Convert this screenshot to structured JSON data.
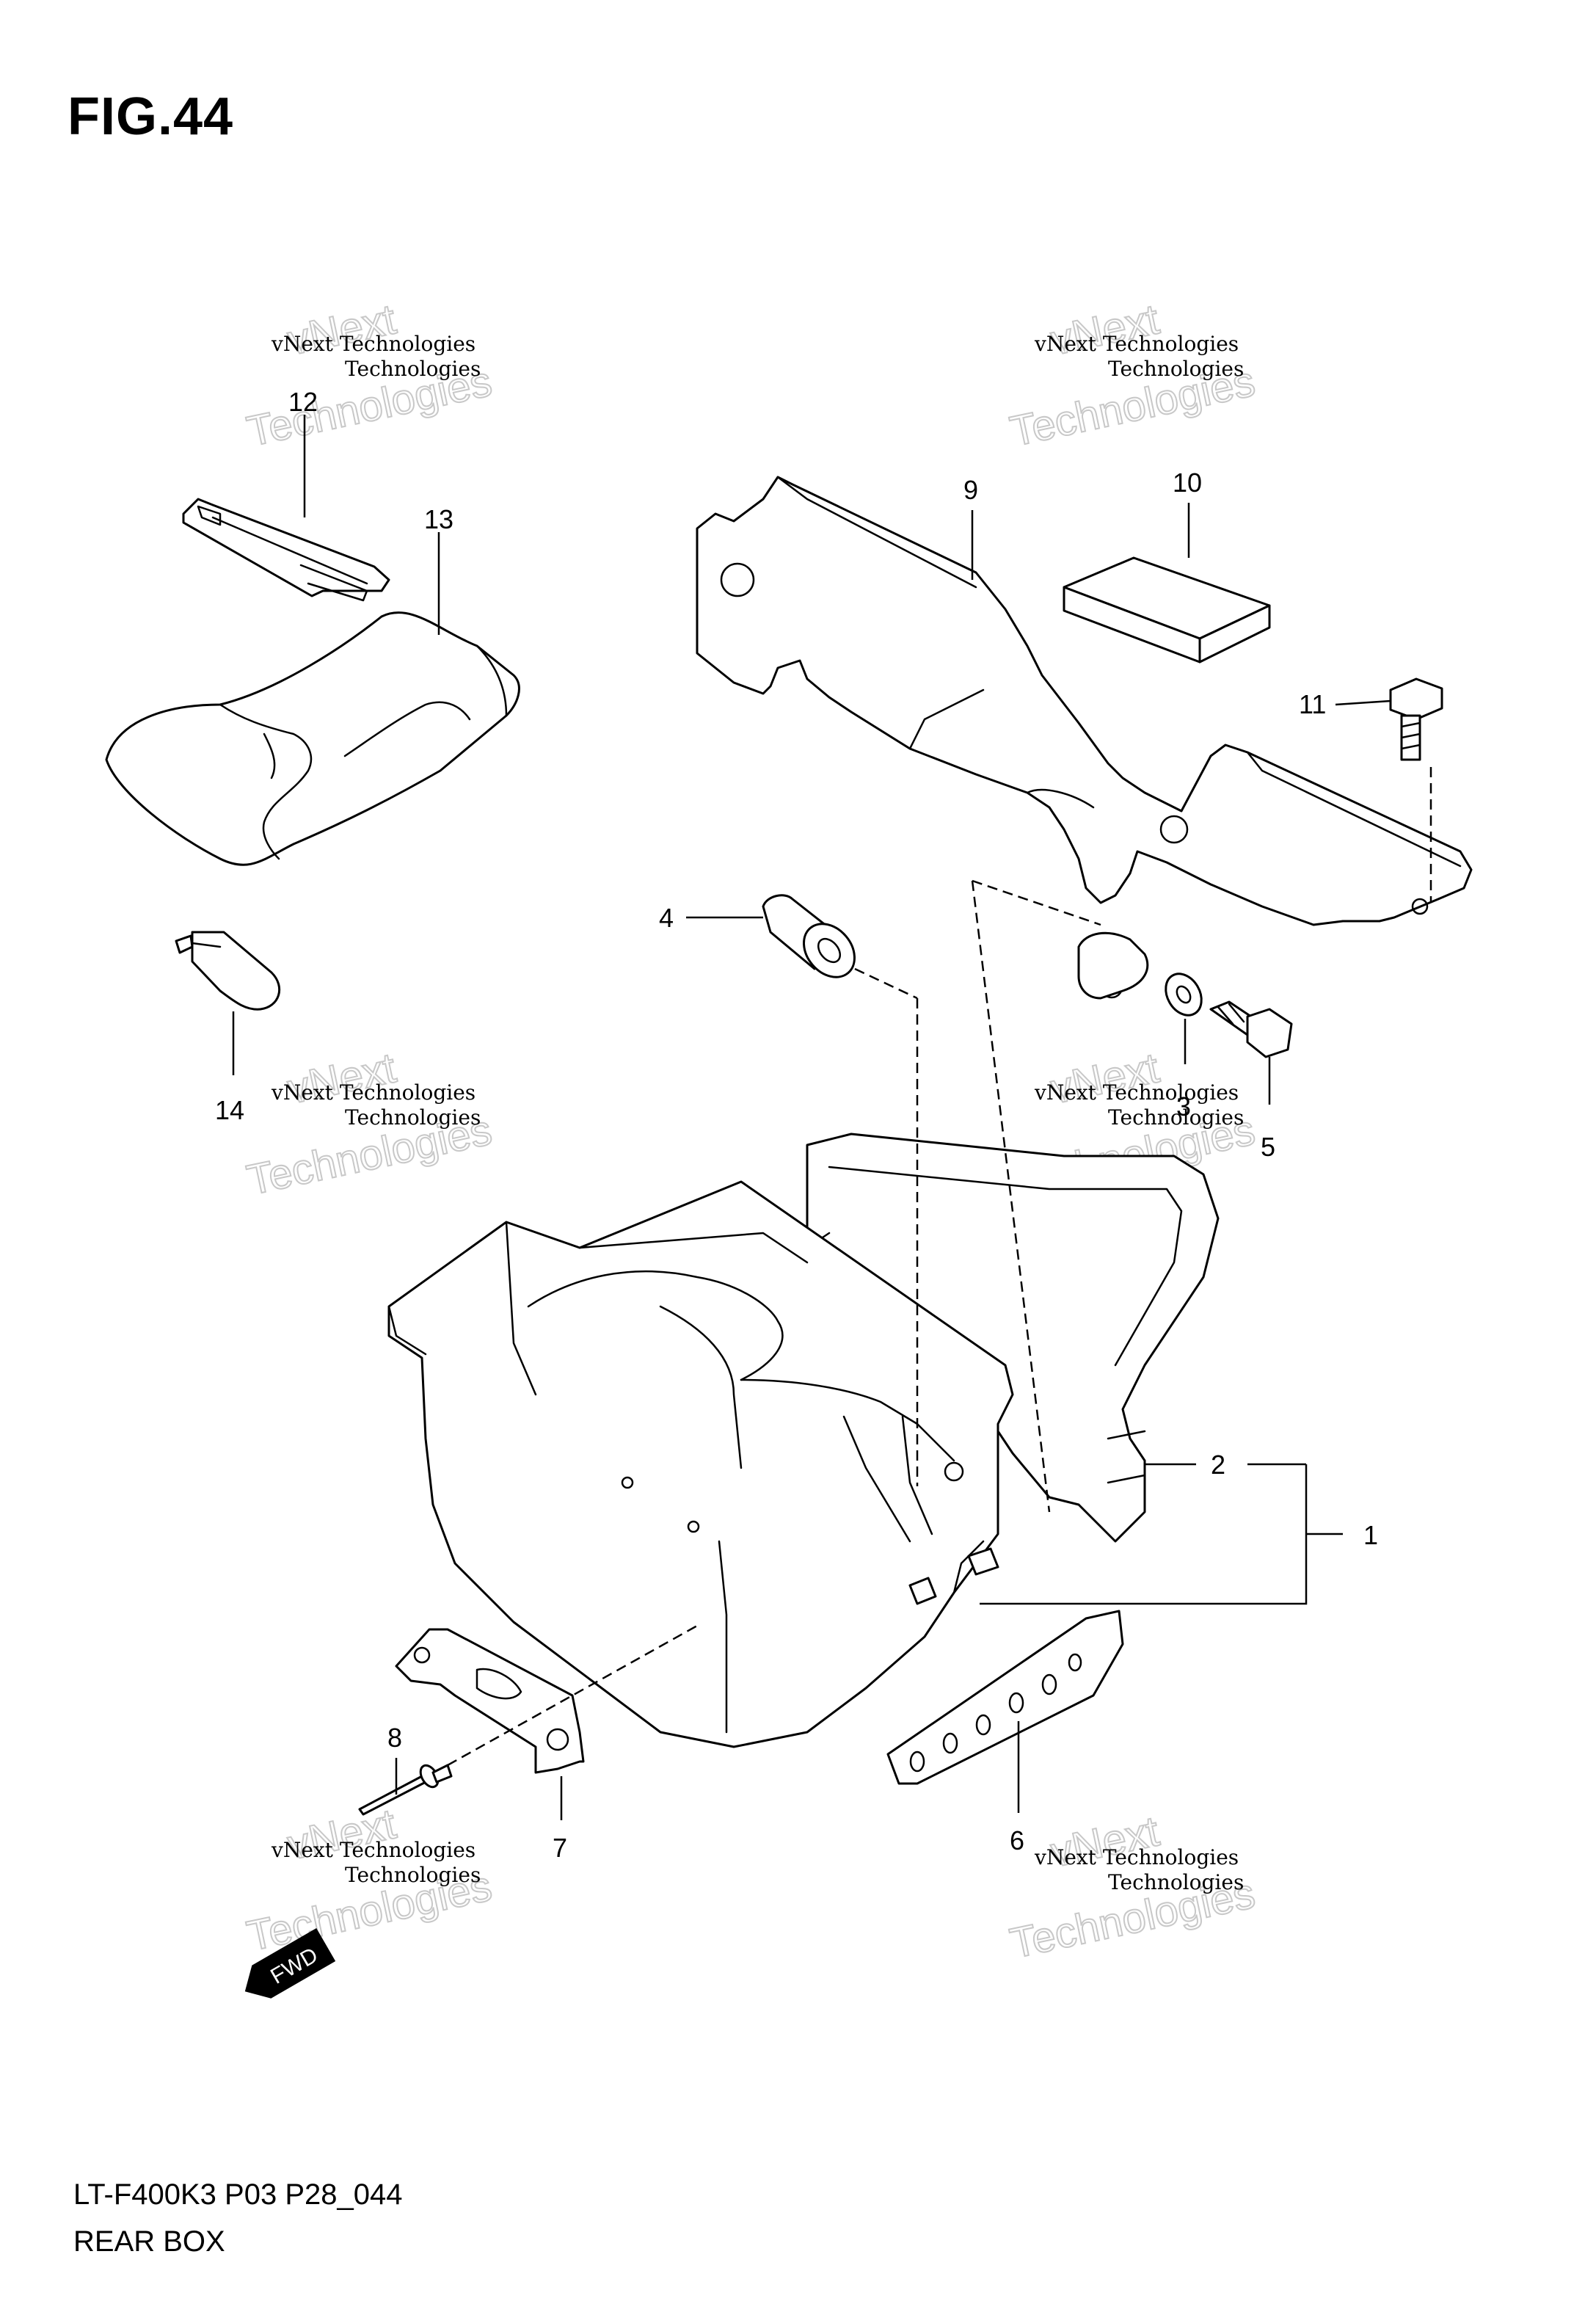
{
  "figure": {
    "title": "FIG.44",
    "model_code": "LT-F400K3 P03 P28_044",
    "diagram_name": "REAR BOX"
  },
  "watermark": {
    "line_small": "vNext Technologies",
    "line_big_1": "vNext",
    "line_big_2": "Technologies"
  },
  "fwd_label": "FWD",
  "callouts": [
    {
      "id": "c1",
      "label": "1"
    },
    {
      "id": "c2",
      "label": "2"
    },
    {
      "id": "c3",
      "label": "3"
    },
    {
      "id": "c4",
      "label": "4"
    },
    {
      "id": "c5",
      "label": "5"
    },
    {
      "id": "c6",
      "label": "6"
    },
    {
      "id": "c7",
      "label": "7"
    },
    {
      "id": "c8",
      "label": "8"
    },
    {
      "id": "c9",
      "label": "9"
    },
    {
      "id": "c10",
      "label": "10"
    },
    {
      "id": "c11",
      "label": "11"
    },
    {
      "id": "c12",
      "label": "12"
    },
    {
      "id": "c13",
      "label": "13"
    },
    {
      "id": "c14",
      "label": "14"
    }
  ]
}
